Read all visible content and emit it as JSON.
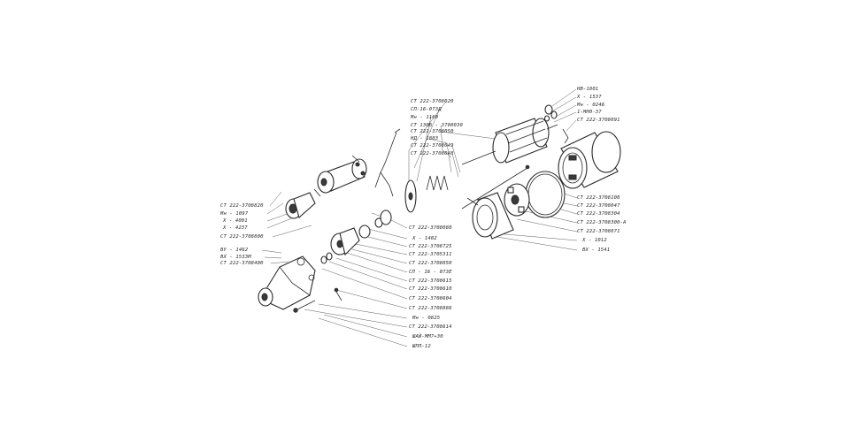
{
  "colors": {
    "ink": "#2a2a2a",
    "paper": "#ffffff"
  },
  "labels": {
    "l01": "СТ 222-3708020",
    "l02": "СП-16-073Д",
    "l03": "Мн - 1160",
    "l04": "СТ 130Б - 3708030",
    "l05": "СТ 222-3708050",
    "l06": "НД - 1803",
    "l07": "СТ 222-3708049",
    "l08": "СТ 222-3708048",
    "l09": "НВ-1801",
    "l10": "Х - 1537",
    "l11": "Мн - 0246",
    "l12": "1-МН0-37",
    "l13": "СТ 222-3708091",
    "l14": "СТ 222-3708820",
    "l15": "Мн - 1097",
    "l16": "Х - 4001",
    "l17": "Х - 4237",
    "l18": "СТ 222-3708800",
    "l19": "ВУ - 1462",
    "l20": "ВХ - 1533М",
    "l21": "СТ 222-3708400",
    "l22": "СТ 222-3708100",
    "l23": "СТ 222-3708047",
    "l24": "СТ 222-3708304",
    "l25": "СТ 222-3708300-А",
    "l26": "СТ 222-3708071",
    "l27": "Х - 1012",
    "l28": "ВХ - 1541",
    "l29": "СТ 222-3708080",
    "l30": "Х - 1402",
    "l31": "СТ 222-3708725",
    "l32": "СТ 222-3705311",
    "l33": "СТ 222-3708050",
    "l34": "СП - 16 - 073Е",
    "l35": "СТ 222-3708615",
    "l36": "СТ 222-3708610",
    "l37": "СТ 222-3708604",
    "l38": "СТ 222-3708886",
    "l39": "Мн - 0825",
    "l40": "СТ 222-3708614",
    "l41": "ШАЙ-ММ7+30",
    "l42": "ШПЛ-12"
  }
}
